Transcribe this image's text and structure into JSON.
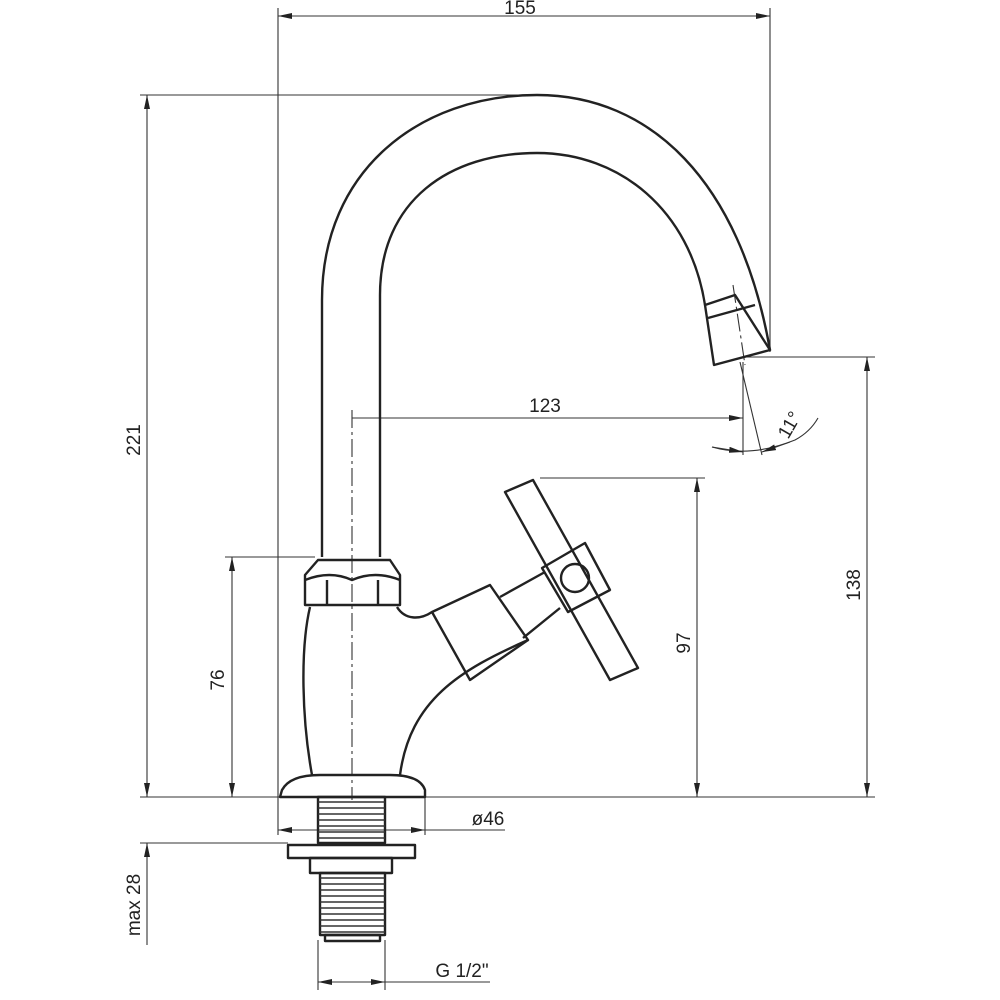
{
  "drawing": {
    "dimensions": {
      "total_width": "155",
      "total_height": "221",
      "spout_reach": "123",
      "spout_angle": "11°",
      "spout_height": "138",
      "handle_height": "97",
      "body_height": "76",
      "base_diameter": "ø46",
      "max_thickness": "max 28",
      "thread": "G 1/2\""
    },
    "line_color": "#222222"
  }
}
